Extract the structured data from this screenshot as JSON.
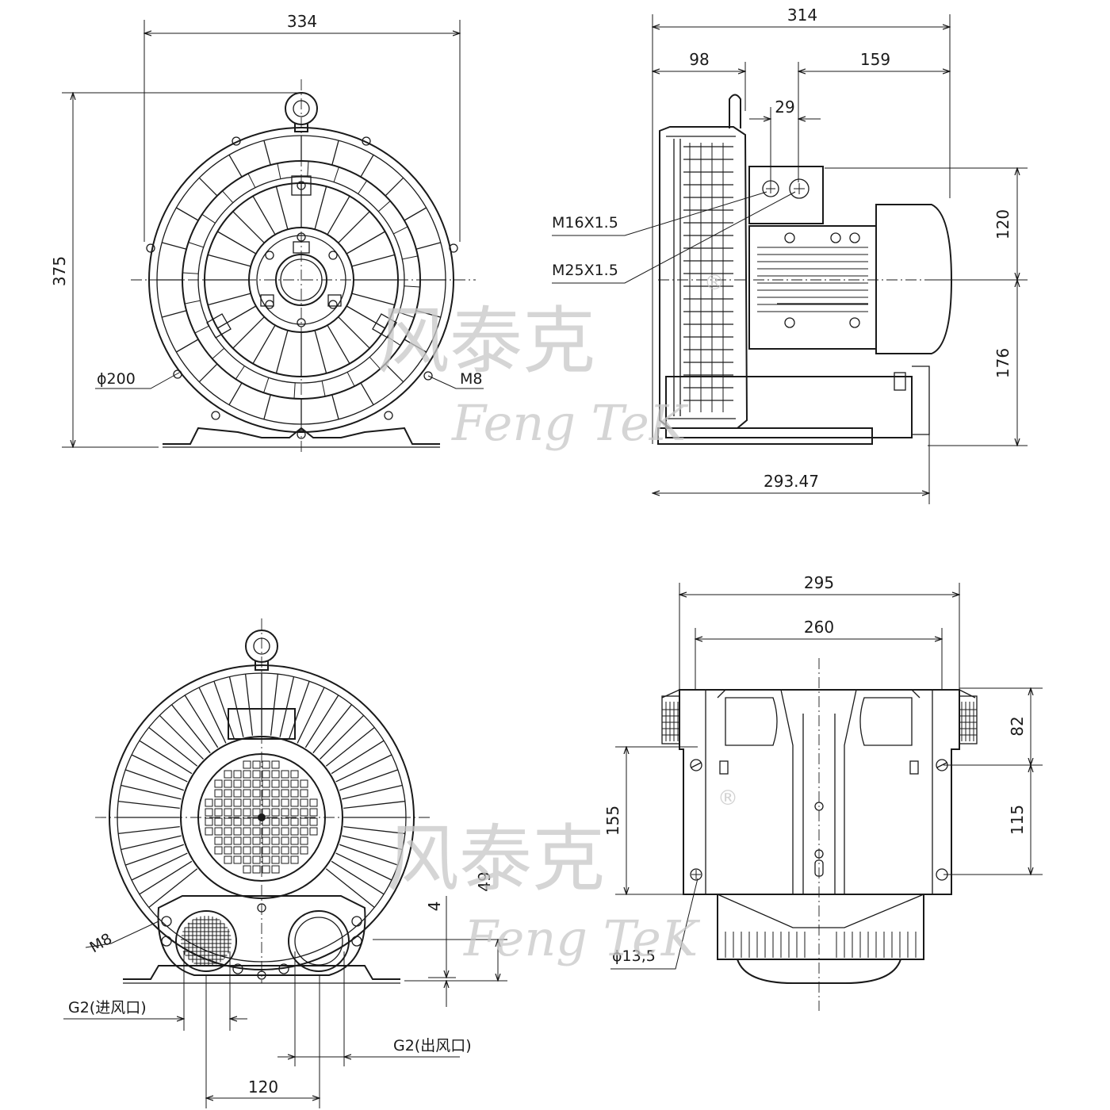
{
  "watermark": {
    "chinese": "风泰克",
    "english": "Feng TeK",
    "registered": "®"
  },
  "front_view": {
    "width": "334",
    "height": "375",
    "diameter": "ϕ200",
    "bolt": "M8"
  },
  "side_view": {
    "total_length": "314",
    "left_offset": "98",
    "right_offset": "159",
    "port_spacing": "29",
    "upper_height": "120",
    "lower_height": "176",
    "base_length": "293.47",
    "thread_small": "M16X1.5",
    "thread_large": "M25X1.5"
  },
  "rear_view": {
    "bolt": "M8",
    "port_center_height": "49",
    "base_plate": "4",
    "inlet": "G2(进风口)",
    "outlet": "G2(出风口)",
    "port_spacing": "120"
  },
  "base_view": {
    "outer_width": "295",
    "hole_spacing": "260",
    "top_offset": "82",
    "hole_pitch": "115",
    "left_height": "155",
    "hole_diameter": "ϕ13,5"
  }
}
